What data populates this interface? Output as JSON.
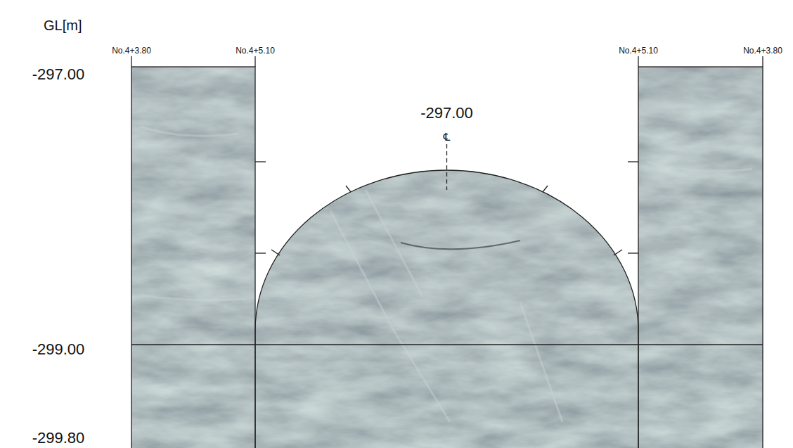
{
  "diagram": {
    "labels": [
      "GL[m]",
      "No.4+3.80",
      "No.4+5.10",
      "No.4+5.10",
      "No.4+3.80",
      "-297.00",
      "-297.00",
      "℄",
      "-299.00",
      "-299.80"
    ]
  }
}
